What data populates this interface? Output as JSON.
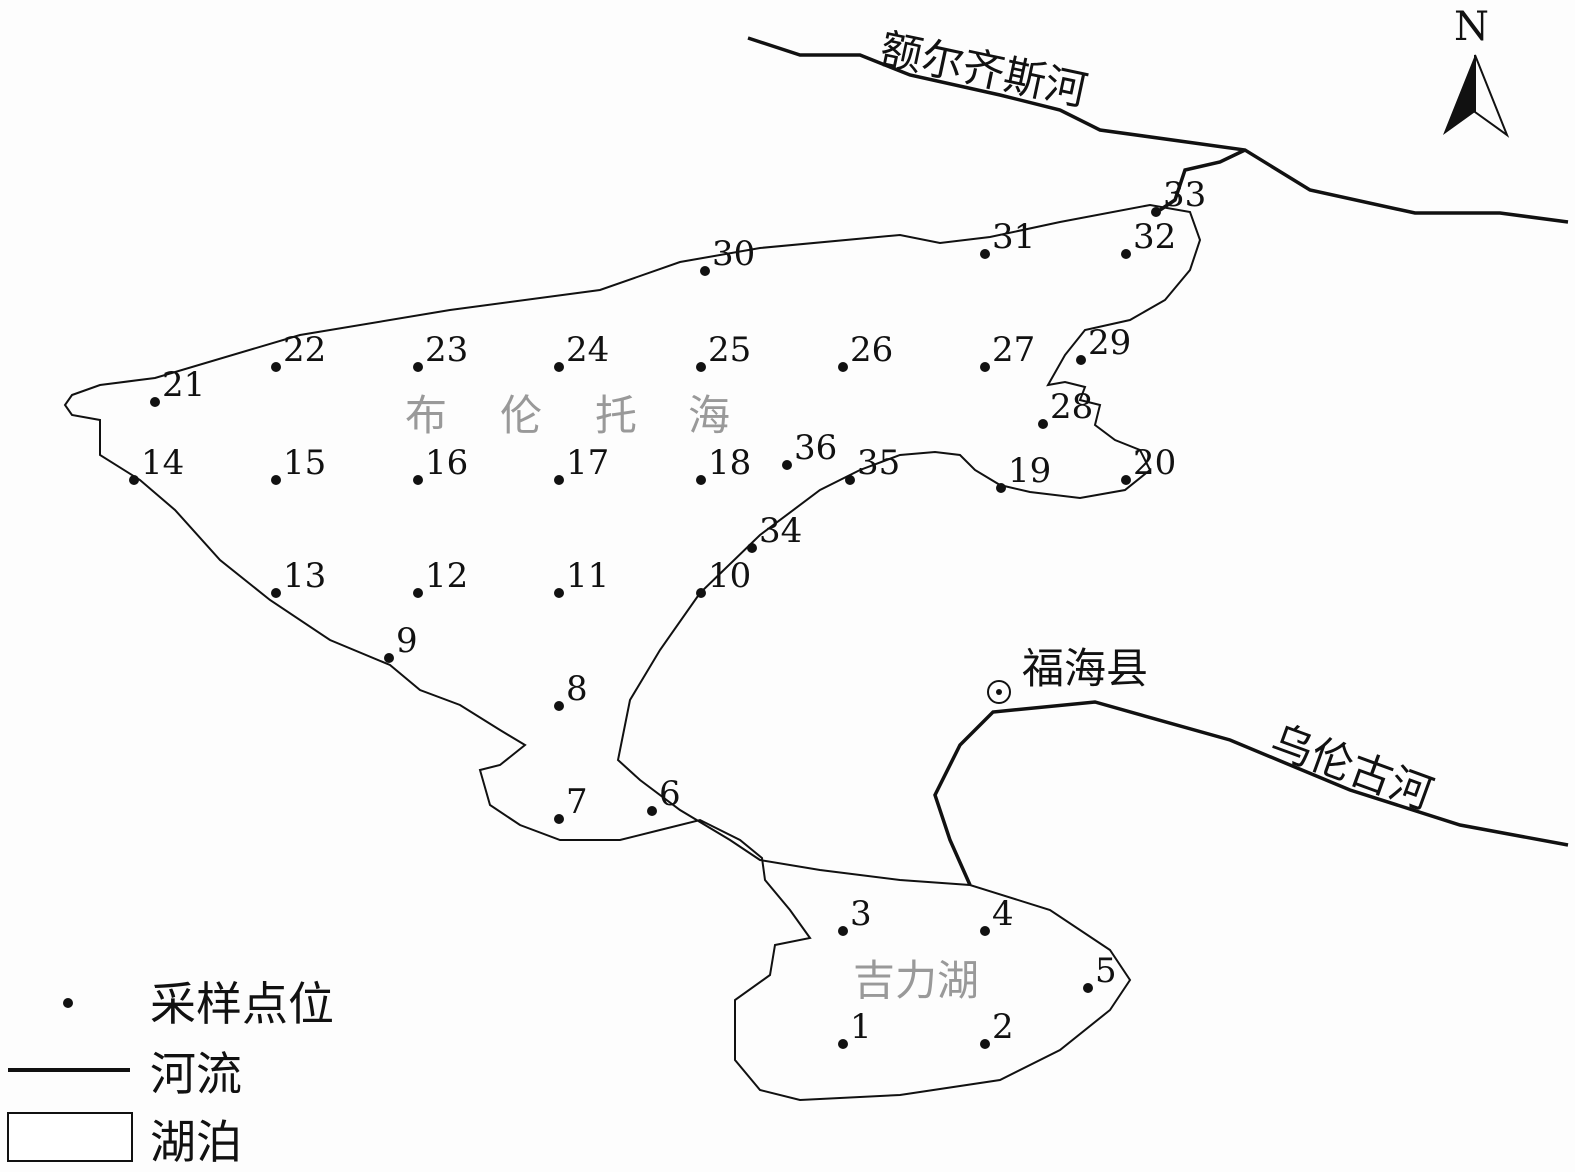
{
  "north_label": "N",
  "rivers": {
    "irtysh": "额尔齐斯河",
    "ulungur": "乌伦古河"
  },
  "lakes": {
    "bulunto": [
      "布",
      "伦",
      "托",
      "海"
    ],
    "jili": "吉力湖"
  },
  "county": "福海县",
  "legend": {
    "sample": "采样点位",
    "river": "河流",
    "lake": "湖泊"
  },
  "sample_points": [
    "1",
    "2",
    "3",
    "4",
    "5",
    "6",
    "7",
    "8",
    "9",
    "10",
    "11",
    "12",
    "13",
    "14",
    "15",
    "16",
    "17",
    "18",
    "19",
    "20",
    "21",
    "22",
    "23",
    "24",
    "25",
    "26",
    "27",
    "28",
    "29",
    "30",
    "31",
    "32",
    "33",
    "34",
    "35",
    "36"
  ]
}
